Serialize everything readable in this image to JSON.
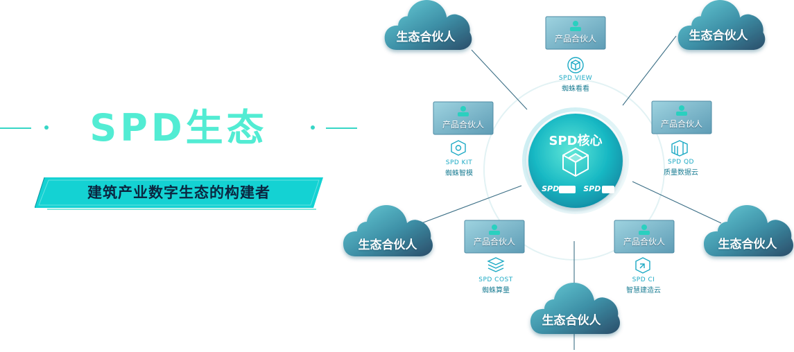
{
  "title": {
    "main": "SPD生态",
    "subtitle": "建筑产业数字生态的构建者"
  },
  "core": {
    "title": "SPD核心",
    "brands": [
      "SPD 3D",
      "SPD AI"
    ]
  },
  "partners": {
    "cloud_label": "生态合伙人",
    "product_card_label": "产品合伙人"
  },
  "products": [
    {
      "name": "SPD VIEW",
      "sub": "蜘蛛看看",
      "icon": "cube-ring-icon"
    },
    {
      "name": "SPD KIT",
      "sub": "蜘蛛智模",
      "icon": "gear-hex-icon"
    },
    {
      "name": "SPD QD",
      "sub": "质量数据云",
      "icon": "layers-cube-icon"
    },
    {
      "name": "SPD COST",
      "sub": "蜘蛛算量",
      "icon": "stack-cube-icon"
    },
    {
      "name": "SPD CI",
      "sub": "智慧建造云",
      "icon": "arrow-cube-icon"
    }
  ],
  "colors": {
    "accent": "#37d6c6",
    "title_color": "#52ecd3",
    "banner_fill": "#16d4d6",
    "cloud_top": "#5bc2cf",
    "cloud_bottom": "#2e5d78",
    "card_fill": "#7fb9cd",
    "product_text": "#1aa9c4",
    "core_fill": "#13b9c6"
  }
}
